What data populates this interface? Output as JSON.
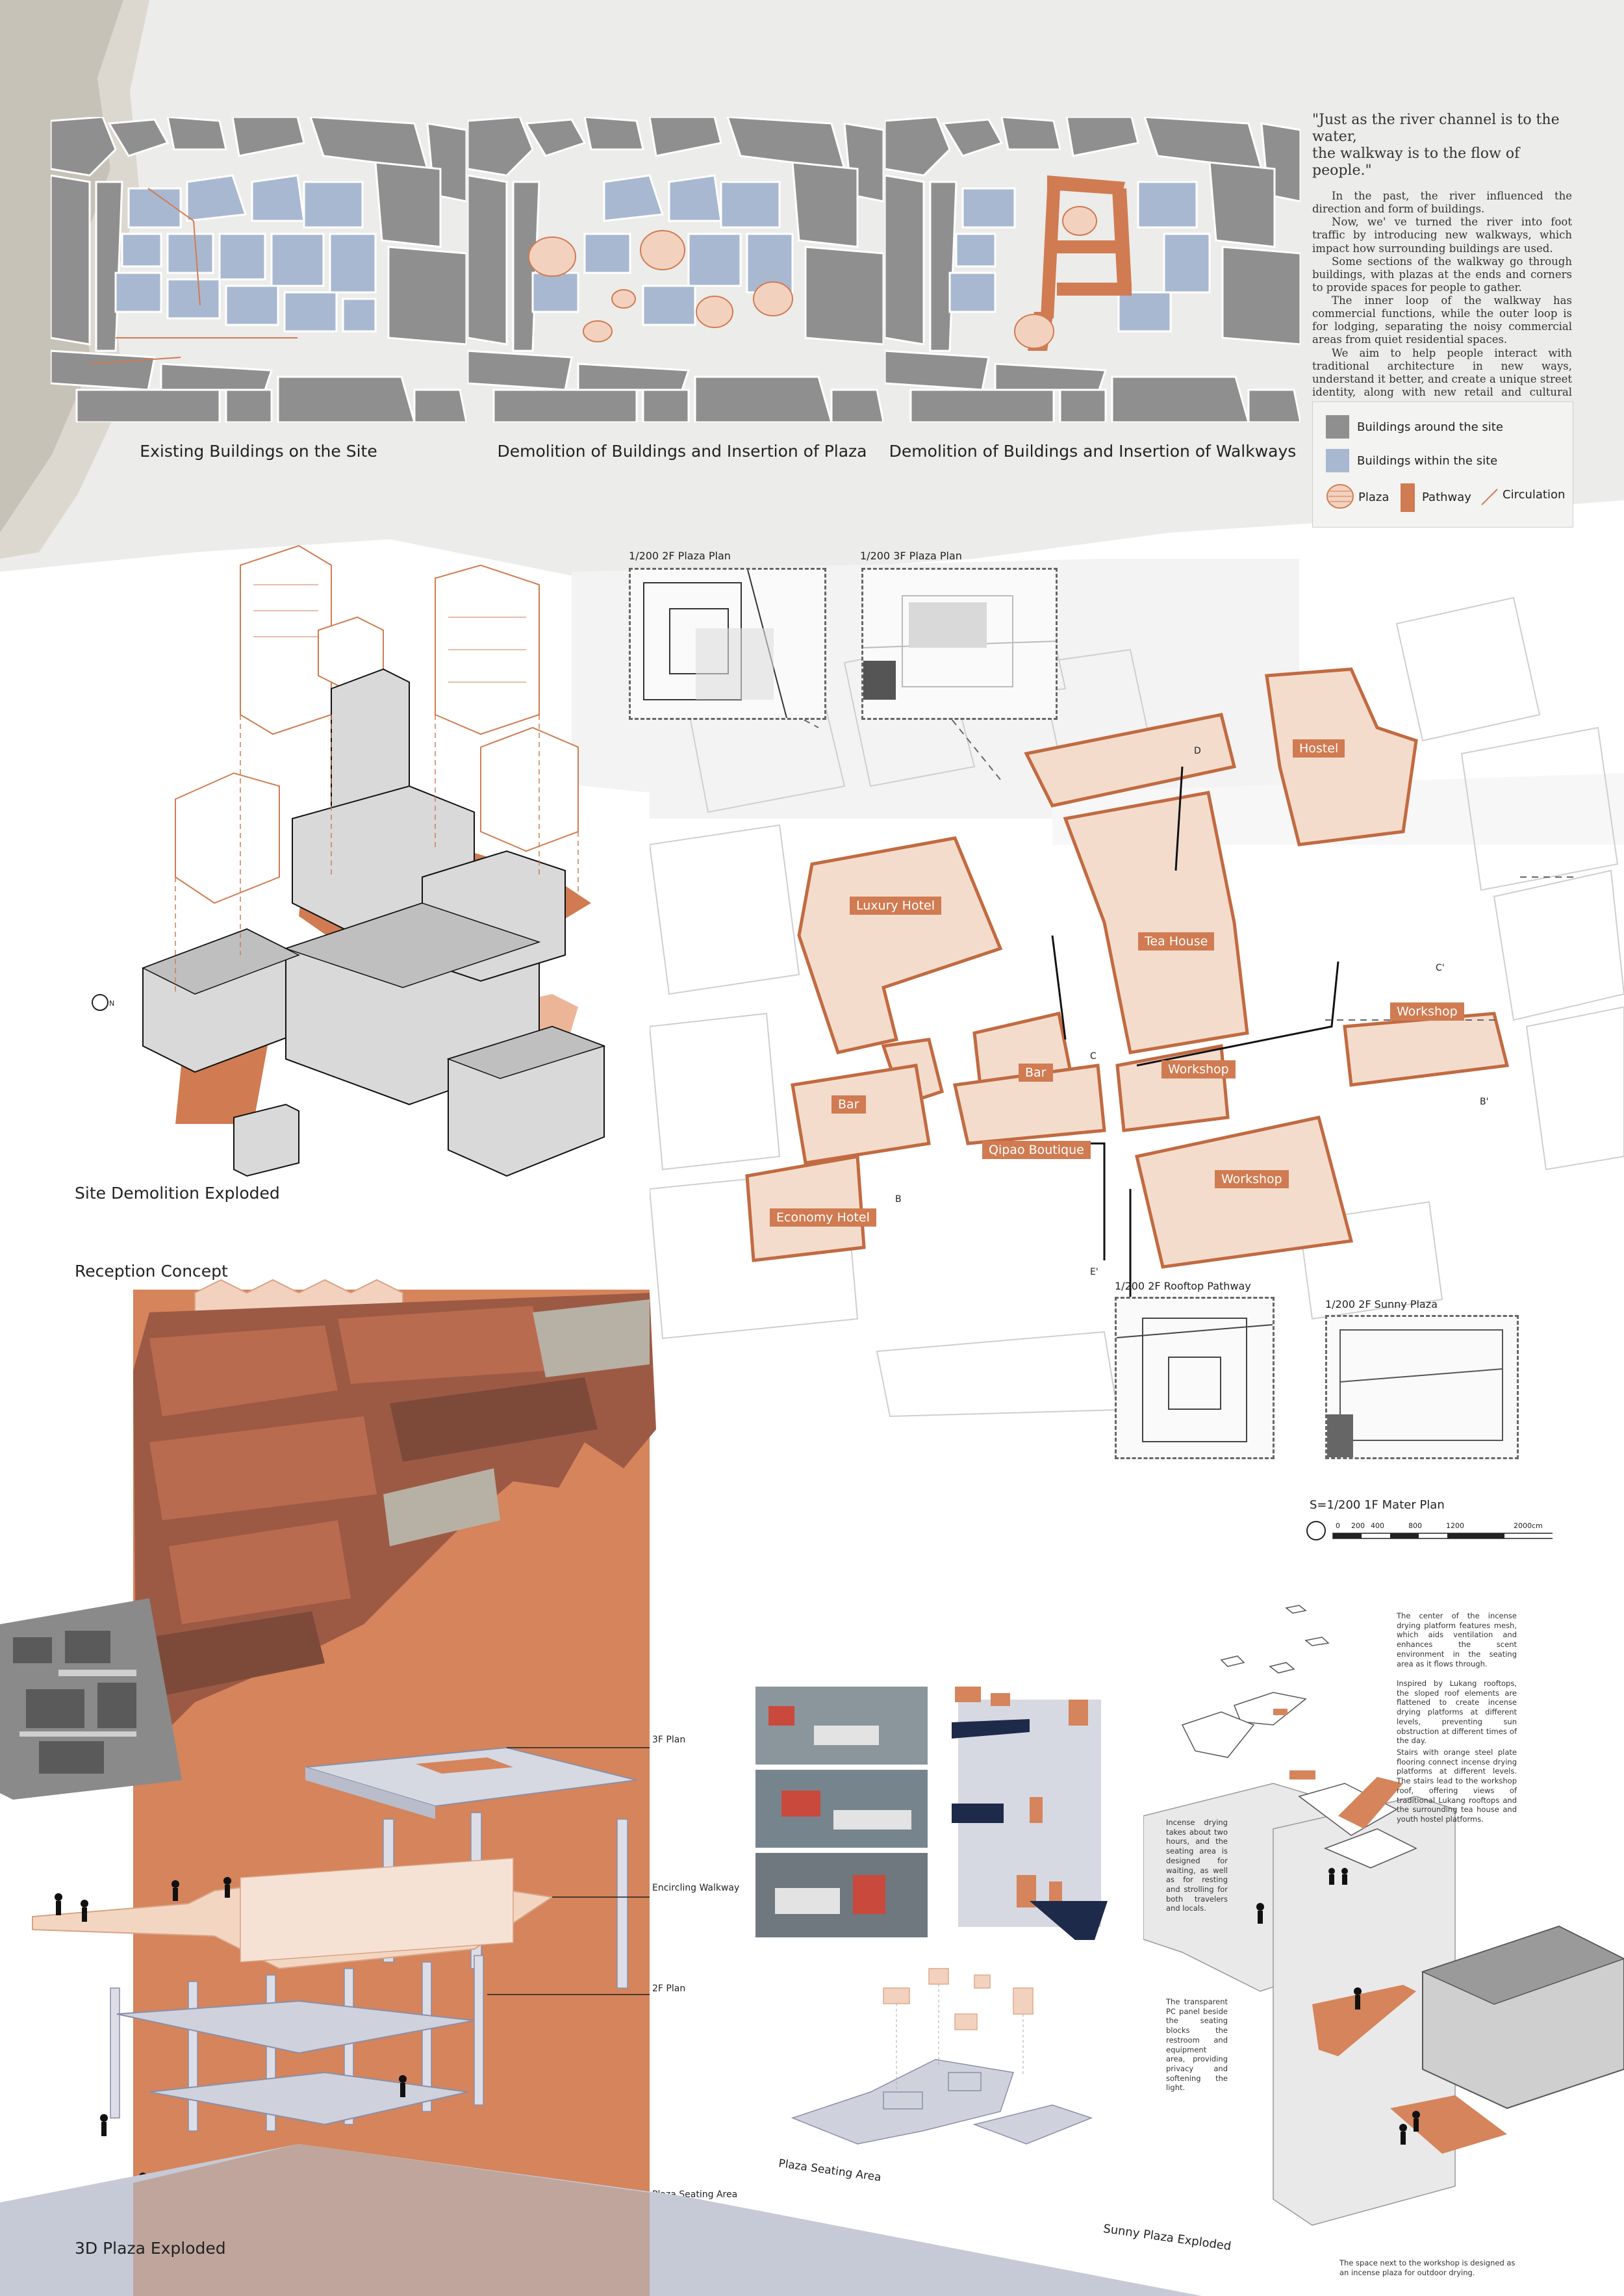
{
  "top_panels": {
    "panel1_caption": "Existing Buildings on the Site",
    "panel2_caption": "Demolition of Buildings and Insertion of Plaza",
    "panel3_caption": "Demolition of Buildings and Insertion of Walkways"
  },
  "quote": {
    "headline": "\"Just as the river channel is to the water,\n   the walkway is to the flow of people.\"",
    "paragraphs": [
      "In the past, the river influenced the direction and form of buildings.",
      "Now, we' ve turned the river into foot traffic by introducing new walkways, which impact how surrounding buildings are used.",
      "Some sections of the walkway go through buildings, with plazas at the ends and corners to provide spaces for people to gather.",
      "The inner loop of the walkway has commercial functions, while the outer loop is for lodging, separating the noisy commercial areas from quiet residential spaces.",
      "We aim to help people interact with traditional architecture in new ways, understand it better, and create a unique street identity, along with new retail and cultural spaces."
    ]
  },
  "legend": {
    "buildings_around": "Buildings around the site",
    "buildings_within": "Buildings within the site",
    "plaza": "Plaza",
    "pathway": "Pathway",
    "circulation": "Circulation"
  },
  "colors": {
    "grey_building": "#8f8f8f",
    "blue_building": "#a9b8d1",
    "orange": "#d07b52",
    "orange_light": "#f2d2bf",
    "orange_band": "#d5845c",
    "paper": "#ececea"
  },
  "site_demolition": {
    "caption": "Site Demolition Exploded",
    "north_mark": "N"
  },
  "plan": {
    "inset_2f_plaza": "1/200 2F  Plaza Plan",
    "inset_3f_plaza": "1/200 3F  Plaza Plan",
    "inset_rooftop": "1/200 2F  Rooftop Pathway",
    "inset_sunny": "1/200 2F  Sunny Plaza",
    "rooms": {
      "hostel": "Hostel",
      "luxury_hotel": "Luxury Hotel",
      "tea_house": "Tea House",
      "workshop_a": "Workshop",
      "workshop_b": "Workshop",
      "workshop_c": "Workshop",
      "bar_a": "Bar",
      "bar_b": "Bar",
      "qipao": "Qipao Boutique",
      "economy_hotel": "Economy Hotel"
    },
    "section_marks": {
      "c_prime": "C'",
      "b_prime": "B'",
      "c": "C",
      "d": "D",
      "e": "E'",
      "b": "B"
    },
    "scale_title": "S=1/200 1F Mater Plan",
    "scale_ticks": [
      "0",
      "200",
      "400",
      "800",
      "1200",
      "2000cm"
    ]
  },
  "reception": {
    "title": "Reception Concept",
    "caption_3d": "3D Plaza Exploded",
    "layer_labels": {
      "f3": "3F Plan",
      "walkway": "Encircling Walkway",
      "f2": "2F Plan",
      "seating": "Plaza Seating Area"
    }
  },
  "sunny": {
    "plaza_seating": "Plaza Seating Area",
    "sunny_exploded": "Sunny Plaza Exploded",
    "notes": {
      "n1": "The center of the incense drying platform features mesh, which aids ventilation and enhances the scent environment in the seating area as it flows through.",
      "n2": "Inspired by Lukang rooftops, the sloped roof elements are flattened to create incense drying platforms at different levels, preventing sun obstruction at different times of the day.",
      "n3": "Stairs with orange steel plate flooring connect incense drying platforms at different levels. The stairs lead to the workshop roof, offering views of traditional Lukang rooftops and the surrounding tea house and youth hostel platforms.",
      "n4": "Incense drying takes about two hours, and the seating area is designed for waiting, as well as for resting and strolling for both travelers and locals.",
      "n5": "The transparent PC panel beside the seating blocks the restroom and equipment area, providing privacy and softening the light.",
      "n6": "The space next to the workshop is designed as an incense plaza for outdoor drying."
    }
  }
}
